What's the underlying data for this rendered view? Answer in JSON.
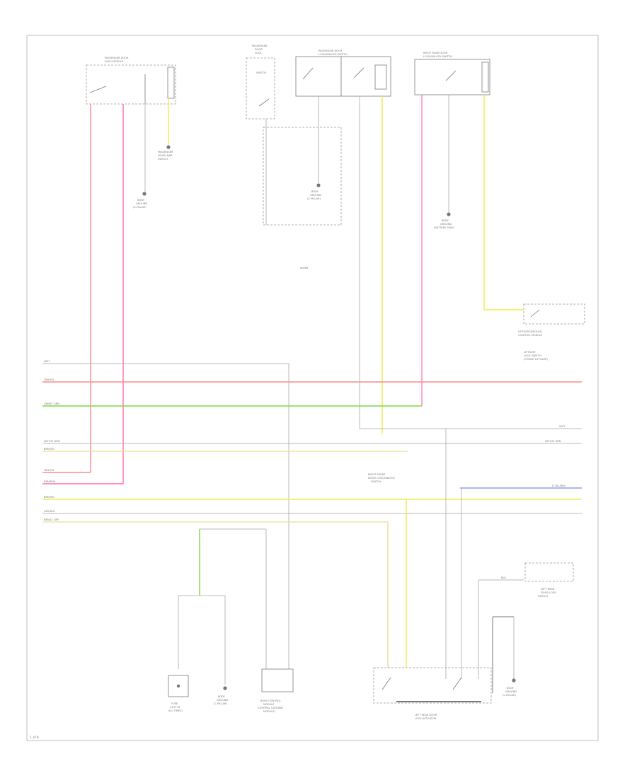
{
  "figure_number": "1 of 8",
  "modules": {
    "pdm": {
      "title": "PASSENGER DOOR",
      "sub": "LOCK MODULE"
    },
    "lock_sw": {
      "title": "PASSENGER",
      "sub": "DOOR",
      "sub2": "LOCK",
      "sub3": "SWITCH"
    },
    "pdlu": {
      "title": "PASSENGER DOOR",
      "sub": "LOCK/UNLOCK SWITCH"
    },
    "rear_door": {
      "title": "RIGHT REAR DOOR",
      "sub": "LOCK/UNLOCK SWITCH"
    },
    "door_ajar": {
      "title": "PASSENGER",
      "sub": "DOOR AJAR",
      "sub2": "SWITCH"
    },
    "liftgate_ctrl": {
      "title": "LIFTGATE/DECKLID",
      "sub": "CONTROL MODULE"
    },
    "liftgate_sw": {
      "title": "LIFTGATE",
      "sub": "LOCK SWITCH",
      "sub2": "(POWER LIFTGATE)"
    },
    "left_rear_lock": {
      "title": "LEFT REAR DOOR",
      "sub": "LOCK ACTUATOR"
    },
    "lr_lock_sw": {
      "title": "LEFT REAR",
      "sub": "DOOR LOCK",
      "sub2": "SWITCH"
    },
    "fuse": {
      "title": "FUSE",
      "sub": "(HOT AT",
      "sub2": "ALL TIMES)"
    },
    "body_ctrl": {
      "title": "BODY CONTROL",
      "sub": "MODULE",
      "sub2": "(CENTRAL GATEWAY",
      "sub3": "MODULE)"
    },
    "front_door": {
      "title": "RIGHT FRONT",
      "sub": "DOOR LOCK/UNLOCK",
      "sub2": "SWITCH"
    },
    "inline": {
      "title": "INLINE"
    }
  },
  "grounds": {
    "g1": {
      "title": "BODY",
      "sub": "GROUND",
      "sub2": "(C-PILLAR)"
    },
    "g2": {
      "title": "BODY",
      "sub": "GROUND",
      "sub2": "(C-PILLAR)"
    },
    "g3": {
      "title": "BODY",
      "sub": "GROUND",
      "sub2": "(BATTERY TRAY)"
    },
    "g4": {
      "title": "BODY",
      "sub": "GROUND",
      "sub2": "(C-PILLAR)"
    },
    "g5": {
      "title": "BODY",
      "sub": "GROUND",
      "sub2": "(C-PILLAR)"
    }
  },
  "wires": {
    "w1": {
      "label": "WHT"
    },
    "w2": {
      "label": "TAN/YEL"
    },
    "w3": {
      "label": "GRN/LT GRN"
    },
    "w4": {
      "label": "WHT"
    },
    "w5": {
      "label": "WHT/LT GRN"
    },
    "w6": {
      "label": "BRN/YEL"
    },
    "w7": {
      "label": "TAN/YEL"
    },
    "w8": {
      "label": "BRN/PNK"
    },
    "w9": {
      "label": "BRN/YEL"
    },
    "w10": {
      "label": "GRY/BLU"
    },
    "w11": {
      "label": "BRN/LT GRY"
    },
    "w12": {
      "label": "LT BLU/BLU"
    },
    "w13": {
      "label": "BLK"
    },
    "w14": {
      "label": "WHT/LT GRN"
    }
  },
  "colors": {
    "red": "#ff8a8a",
    "pink": "#ff6fb0",
    "green": "#7ad84a",
    "yellow": "#eded4a",
    "pale_yellow": "#eadf9a",
    "blue": "#7d8ce0",
    "grey": "#b8b8b8"
  }
}
